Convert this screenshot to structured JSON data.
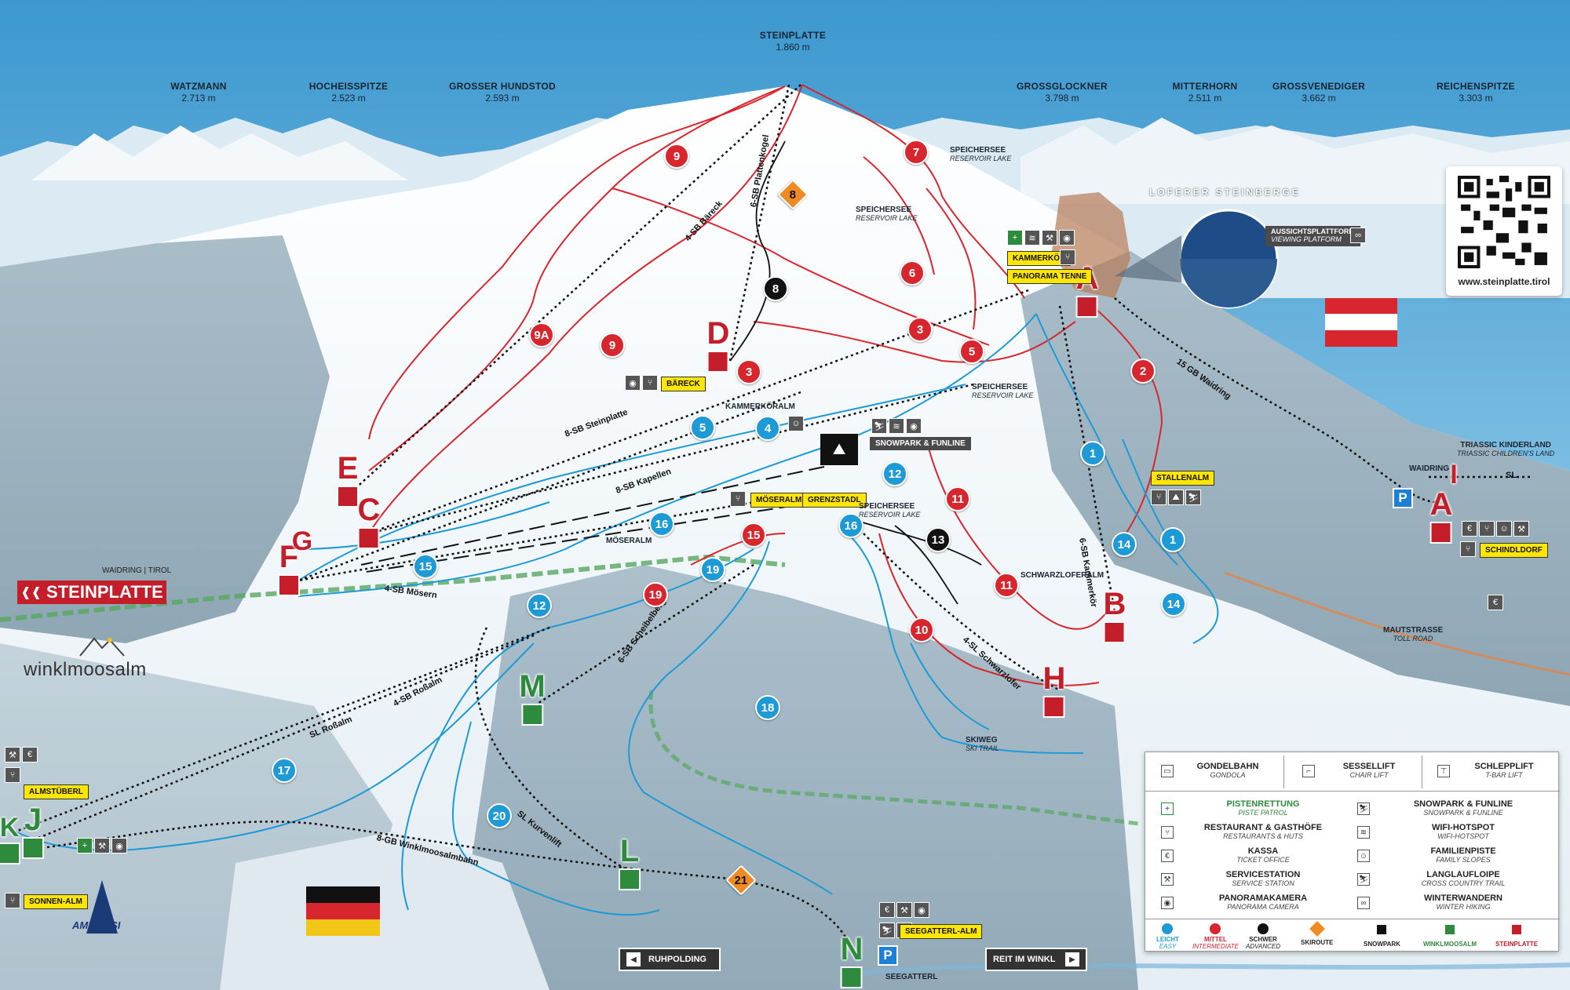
{
  "peaks": [
    {
      "name": "STEINPLATTE",
      "elev": "1.860 m"
    },
    {
      "name": "WATZMANN",
      "elev": "2.713 m"
    },
    {
      "name": "HOCHEISSPITZE",
      "elev": "2.523 m"
    },
    {
      "name": "GROSSER HUNDSTOD",
      "elev": "2.593 m"
    },
    {
      "name": "GROSSGLOCKNER",
      "elev": "3.798 m"
    },
    {
      "name": "MITTERHORN",
      "elev": "2.511 m"
    },
    {
      "name": "GROSSVENEDIGER",
      "elev": "3.662 m"
    },
    {
      "name": "REICHENSPITZE",
      "elev": "3.303 m"
    }
  ],
  "loferer": "LOFERER STEINBERGE",
  "qr": {
    "url": "www.steinplatte.tirol"
  },
  "brand": {
    "waidring_tirol": "WAIDRING | TIROL",
    "steinplatte": "STEINPLATTE",
    "winklmoosalm": "winklmoosalm",
    "ambrosi": "AMBROSI"
  },
  "viewing": {
    "title": "AUSSICHTSPLATTFORM",
    "sub": "VIEWING PLATFORM"
  },
  "huts": {
    "kammerkor": "KAMMERKÖR",
    "panorama_tenne": "PANORAMA TENNE",
    "bareck": "BÄRECK",
    "kammerkoralm": "KAMMERKÖRALM",
    "snowpark": "SNOWPARK & FUNLINE",
    "moseralm": "MÖSERALM",
    "grenzstadl": "GRENZSTADL",
    "moseralm_lbl": "MÖSERALM",
    "stallenalm": "STALLENALM",
    "schwarzloferalm": "SCHWARZLOFERALM",
    "almstuberl": "ALMSTÜBERL",
    "sonnen_alm": "SONNEN-ALM",
    "seegatterl_alm": "SEEGATTERL-ALM",
    "seegatterl": "SEEGATTERL",
    "schindldorf": "SCHINDLDORF",
    "waidring": "WAIDRING",
    "triassic": "TRIASSIC KINDERLAND",
    "triassic_sub": "TRIASSIC CHILDREN'S LAND",
    "mautstrasse": "MAUTSTRASSE",
    "mautstrasse_sub": "TOLL ROAD",
    "skiweg": "SKIWEG",
    "skiweg_sub": "SKI TRAIL",
    "speichersee": "SPEICHERSEE",
    "speichersee_sub": "RESERVOIR LAKE"
  },
  "lifts": {
    "bareck": "4-SB Bäreck",
    "plattenkogel": "6-SB Plattenkogel",
    "steinplatte": "8-SB Steinplatte",
    "kapellen": "8-SB Kapellen",
    "mosern": "4-SB Mösern",
    "waidring": "15 GB Waidring",
    "kammerkor": "6-SB Kammerkör",
    "schwarzlofer": "4-SL Schwarzlofer",
    "scheibelberg": "6-SB Scheibelberg",
    "rossalm_sb": "4-SB Roßalm",
    "rossalm_sl": "SL Roßalm",
    "kurvenlift": "SL Kurvenlift",
    "winklmoosalmbahn": "8-GB Winklmoosalmbahn",
    "sl": "SL"
  },
  "stations": [
    "A",
    "B",
    "C",
    "D",
    "E",
    "F",
    "G",
    "H",
    "A",
    "I",
    "J",
    "K",
    "L",
    "M",
    "N"
  ],
  "runs": {
    "easy": [
      "1",
      "1",
      "4",
      "5",
      "12",
      "12",
      "14",
      "14",
      "15",
      "16",
      "16",
      "17",
      "18",
      "19",
      "20"
    ],
    "inter": [
      "2",
      "3",
      "3",
      "5",
      "6",
      "7",
      "9",
      "9",
      "9A",
      "10",
      "11",
      "11",
      "15",
      "19"
    ],
    "adv": [
      "8",
      "13"
    ],
    "skiroute": [
      "8",
      "21"
    ]
  },
  "nav": {
    "left": "RUHPOLDING",
    "right": "REIT IM WINKL"
  },
  "legend": {
    "gondola": "GONDELBAHN",
    "gondola_sub": "GONDOLA",
    "chair": "SESSELLIFT",
    "chair_sub": "CHAIR LIFT",
    "tbar": "SCHLEPPLIFT",
    "tbar_sub": "T-BAR LIFT",
    "patrol": "PISTENRETTUNG",
    "patrol_sub": "PISTE PATROL",
    "restaurant": "RESTAURANT & GASTHÖFE",
    "restaurant_sub": "RESTAURANTS & HUTS",
    "kassa": "KASSA",
    "kassa_sub": "TICKET OFFICE",
    "service": "SERVICESTATION",
    "service_sub": "SERVICE STATION",
    "cam": "PANORAMAKAMERA",
    "cam_sub": "PANORAMA CAMERA",
    "snowpark": "SNOWPARK & FUNLINE",
    "snowpark_sub": "SNOWPARK & FUNLINE",
    "wifi": "WIFI-HOTSPOT",
    "wifi_sub": "WIFI-HOTSPOT",
    "family": "FAMILIENPISTE",
    "family_sub": "FAMILY SLOPES",
    "xc": "LANGLAUFLOIPE",
    "xc_sub": "CROSS COUNTRY TRAIL",
    "hike": "WINTERWANDERN",
    "hike_sub": "WINTER HIKING",
    "easy": "LEICHT",
    "easy_sub": "EASY",
    "inter": "MITTEL",
    "inter_sub": "INTERMEDIATE",
    "adv": "SCHWER",
    "adv_sub": "ADVANCED",
    "skiroute": "SKIROUTE",
    "snowpark_k": "SNOWPARK",
    "winklmoosalm_k": "WINKLMOOSALM",
    "steinplatte_k": "STEINPLATTE"
  },
  "colors": {
    "easy": "#1e9ad6",
    "inter": "#d7262e",
    "adv": "#111111",
    "skiroute": "#ef8b22",
    "green": "#2e8b3e",
    "steinplatte": "#c41e2a",
    "yellow": "#ffe600"
  }
}
